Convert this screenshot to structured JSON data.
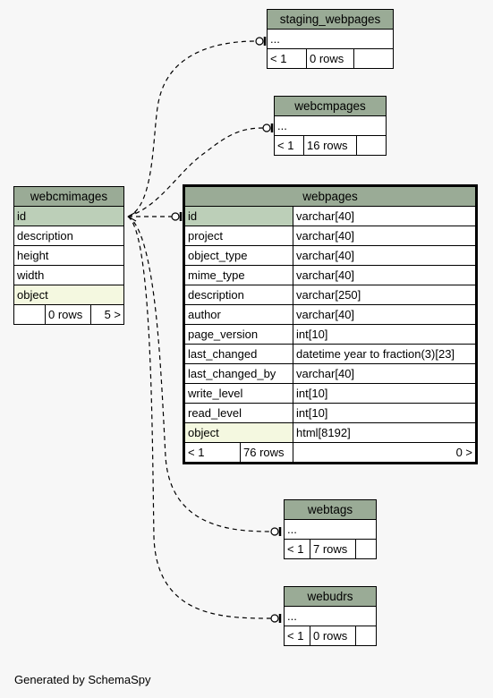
{
  "footer": "Generated by SchemaSpy",
  "tables": {
    "staging_webpages": {
      "name": "staging_webpages",
      "cols": [
        "..."
      ],
      "foot": [
        "< 1",
        "0 rows",
        ""
      ]
    },
    "webcmpages": {
      "name": "webcmpages",
      "cols": [
        "..."
      ],
      "foot": [
        "< 1",
        "16 rows",
        ""
      ]
    },
    "webcmimages": {
      "name": "webcmimages",
      "cols": [
        "id",
        "description",
        "height",
        "width",
        "object"
      ],
      "foot": [
        "",
        "0 rows",
        "5 >"
      ]
    },
    "webpages": {
      "name": "webpages",
      "cols": [
        {
          "name": "id",
          "type": "varchar[40]"
        },
        {
          "name": "project",
          "type": "varchar[40]"
        },
        {
          "name": "object_type",
          "type": "varchar[40]"
        },
        {
          "name": "mime_type",
          "type": "varchar[40]"
        },
        {
          "name": "description",
          "type": "varchar[250]"
        },
        {
          "name": "author",
          "type": "varchar[40]"
        },
        {
          "name": "page_version",
          "type": "int[10]"
        },
        {
          "name": "last_changed",
          "type": "datetime year to fraction(3)[23]"
        },
        {
          "name": "last_changed_by",
          "type": "varchar[40]"
        },
        {
          "name": "write_level",
          "type": "int[10]"
        },
        {
          "name": "read_level",
          "type": "int[10]"
        },
        {
          "name": "object",
          "type": "html[8192]"
        }
      ],
      "foot": [
        "< 1",
        "76 rows",
        "0 >"
      ]
    },
    "webtags": {
      "name": "webtags",
      "cols": [
        "..."
      ],
      "foot": [
        "< 1",
        "7 rows",
        ""
      ]
    },
    "webudrs": {
      "name": "webudrs",
      "cols": [
        "..."
      ],
      "foot": [
        "< 1",
        "0 rows",
        ""
      ]
    }
  }
}
